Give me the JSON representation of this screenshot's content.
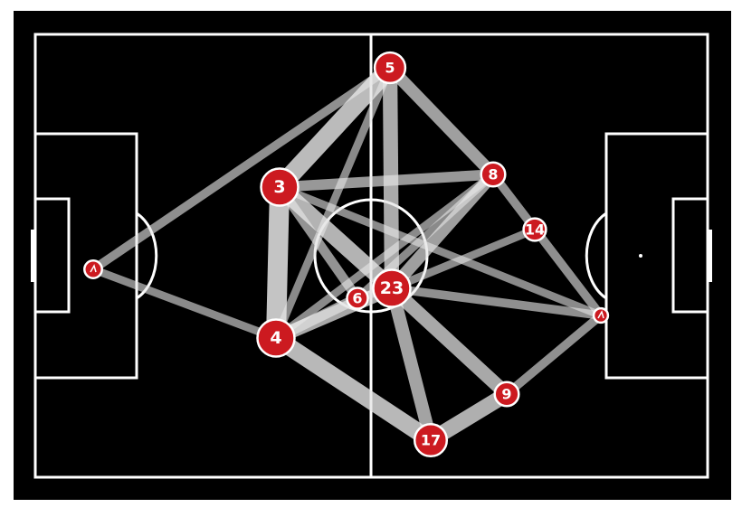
{
  "colors": {
    "pitch": "#000000",
    "lines": "#ffffff",
    "node_fill": "#cc1a20",
    "node_stroke": "#ffffff",
    "edge": "#e6e6e6"
  },
  "players": [
    {
      "id": "1",
      "label": "1",
      "weight": 0.15
    },
    {
      "id": "3",
      "label": "3",
      "weight": 0.75
    },
    {
      "id": "4",
      "label": "4",
      "weight": 0.75
    },
    {
      "id": "5",
      "label": "5",
      "weight": 0.55
    },
    {
      "id": "6",
      "label": "6",
      "weight": 0.25
    },
    {
      "id": "8",
      "label": "8",
      "weight": 0.35
    },
    {
      "id": "9",
      "label": "9",
      "weight": 0.35
    },
    {
      "id": "14",
      "label": "14",
      "weight": 0.3
    },
    {
      "id": "17",
      "label": "17",
      "weight": 0.6
    },
    {
      "id": "23",
      "label": "23",
      "weight": 0.75
    },
    {
      "id": "11",
      "label": "11",
      "weight": 0.05
    }
  ],
  "passes": [
    {
      "from": "1",
      "to": "5",
      "weight": 0.35
    },
    {
      "from": "1",
      "to": "4",
      "weight": 0.3
    },
    {
      "from": "3",
      "to": "5",
      "weight": 0.9
    },
    {
      "from": "3",
      "to": "4",
      "weight": 1.0
    },
    {
      "from": "3",
      "to": "8",
      "weight": 0.45
    },
    {
      "from": "3",
      "to": "23",
      "weight": 0.8
    },
    {
      "from": "3",
      "to": "6",
      "weight": 0.4
    },
    {
      "from": "3",
      "to": "11",
      "weight": 0.3
    },
    {
      "from": "5",
      "to": "23",
      "weight": 0.7
    },
    {
      "from": "5",
      "to": "8",
      "weight": 0.55
    },
    {
      "from": "5",
      "to": "4",
      "weight": 0.3
    },
    {
      "from": "4",
      "to": "23",
      "weight": 0.65
    },
    {
      "from": "4",
      "to": "6",
      "weight": 0.45
    },
    {
      "from": "4",
      "to": "17",
      "weight": 0.85
    },
    {
      "from": "4",
      "to": "8",
      "weight": 0.3
    },
    {
      "from": "8",
      "to": "23",
      "weight": 0.55
    },
    {
      "from": "8",
      "to": "11",
      "weight": 0.35
    },
    {
      "from": "8",
      "to": "6",
      "weight": 0.3
    },
    {
      "from": "23",
      "to": "17",
      "weight": 0.6
    },
    {
      "from": "23",
      "to": "9",
      "weight": 0.65
    },
    {
      "from": "23",
      "to": "11",
      "weight": 0.35
    },
    {
      "from": "23",
      "to": "14",
      "weight": 0.3
    },
    {
      "from": "17",
      "to": "9",
      "weight": 0.75
    },
    {
      "from": "9",
      "to": "11",
      "weight": 0.35
    },
    {
      "from": "6",
      "to": "23",
      "weight": 0.3
    }
  ]
}
